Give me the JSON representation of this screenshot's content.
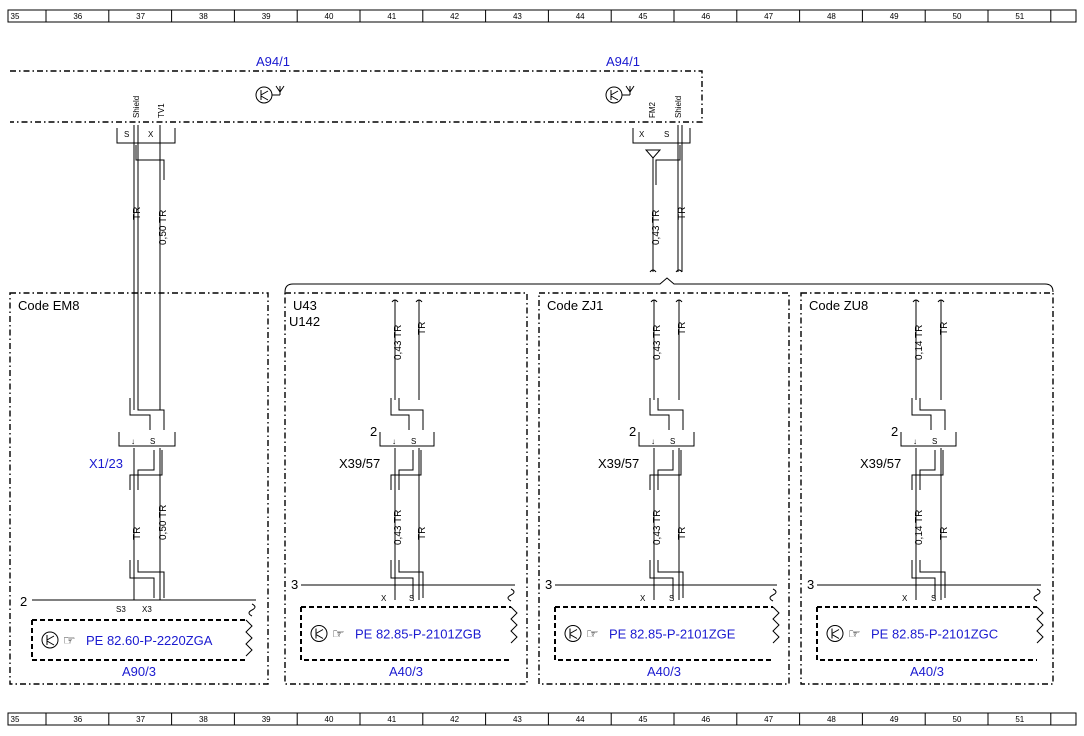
{
  "ruler": [
    "35",
    "36",
    "37",
    "38",
    "39",
    "40",
    "41",
    "42",
    "43",
    "44",
    "45",
    "46",
    "47",
    "48",
    "49",
    "50",
    "51"
  ],
  "top_unit": {
    "label_left": "A94/1",
    "label_right": "A94/1"
  },
  "pins_top_left": {
    "shield": "Shield",
    "tv1": "TV1",
    "s": "S",
    "x": "X"
  },
  "pins_top_right": {
    "fm2": "FM2",
    "shield": "Shield",
    "x": "X",
    "s": "S"
  },
  "wires_top": {
    "left_a": "TR",
    "left_b": "0,50 TR",
    "right_a": "0,43 TR",
    "right_b": "TR"
  },
  "boxes": [
    {
      "code": "Code EM8",
      "code2": "",
      "connector": "X1/23",
      "connector_blue": true,
      "pin_no": "",
      "wire_upper_a": "",
      "wire_upper_b": "",
      "wire_lower_a": "TR",
      "wire_lower_b": "0,50 TR",
      "module_no": "2",
      "pin_a": "S3",
      "pin_b": "X3",
      "ref": "PE 82.60-P-2220ZGA",
      "module": "A90/3"
    },
    {
      "code": "U43",
      "code2": "U142",
      "connector": "X39/57",
      "connector_blue": false,
      "pin_no": "2",
      "wire_upper_a": "0,43 TR",
      "wire_upper_b": "TR",
      "wire_lower_a": "0,43 TR",
      "wire_lower_b": "TR",
      "module_no": "3",
      "pin_a": "X",
      "pin_b": "S",
      "ref": "PE 82.85-P-2101ZGB",
      "module": "A40/3"
    },
    {
      "code": "Code ZJ1",
      "code2": "",
      "connector": "X39/57",
      "connector_blue": false,
      "pin_no": "2",
      "wire_upper_a": "0,43 TR",
      "wire_upper_b": "TR",
      "wire_lower_a": "0,43 TR",
      "wire_lower_b": "TR",
      "module_no": "3",
      "pin_a": "X",
      "pin_b": "S",
      "ref": "PE 82.85-P-2101ZGE",
      "module": "A40/3"
    },
    {
      "code": "Code ZU8",
      "code2": "",
      "connector": "X39/57",
      "connector_blue": false,
      "pin_no": "2",
      "wire_upper_a": "0,14 TR",
      "wire_upper_b": "TR",
      "wire_lower_a": "0,14 TR",
      "wire_lower_b": "TR",
      "module_no": "3",
      "pin_a": "X",
      "pin_b": "S",
      "ref": "PE 82.85-P-2101ZGC",
      "module": "A40/3"
    }
  ],
  "connector_pins": {
    "a": "↓",
    "b": "S"
  },
  "colors": {
    "blue_label": "#1a1ad0",
    "line": "#000000"
  }
}
